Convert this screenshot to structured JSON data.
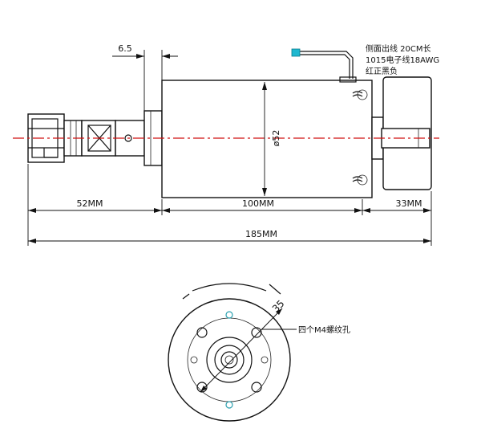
{
  "drawing": {
    "dimensions": {
      "flange_offset": "6.5",
      "diameter": "ø52",
      "front_length": "52MM",
      "body_length": "100MM",
      "rear_length": "33MM",
      "total_length": "185MM",
      "hole_circle": "35"
    },
    "wire_note": {
      "line1": "侧面出线  20CM长",
      "line2": "1015电子线18AWG",
      "line3": "红正黑负"
    },
    "hole_note": "四个M4螺纹孔"
  },
  "colors": {
    "center_line": "#d01010",
    "wire_lead": "#1fb8d0",
    "hole_marker": "#2aa0b0"
  }
}
